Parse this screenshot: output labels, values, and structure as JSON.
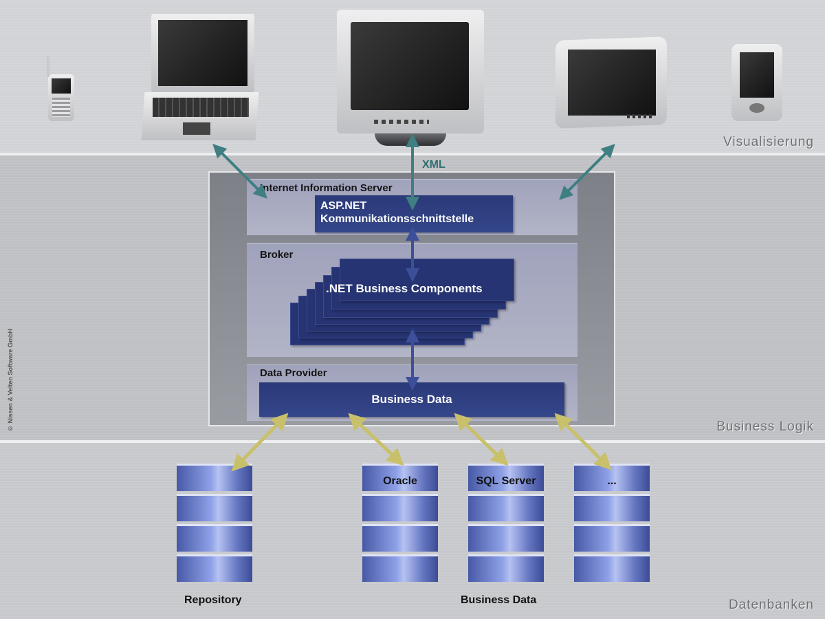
{
  "bands": {
    "visualization_label": "Visualisierung",
    "business_label": "Business Logik",
    "databases_label": "Datenbanken"
  },
  "copyright": "© Nissen & Velten Software GmbH",
  "arrows": {
    "xml_label": "XML"
  },
  "business": {
    "iis_title": "Internet Information Server",
    "asp_line1": "ASP.NET",
    "asp_line2": "Kommunikationsschnittstelle",
    "broker_title": "Broker",
    "components_label": ".NET Business Components",
    "data_provider_title": "Data Provider",
    "business_data_box": "Business Data"
  },
  "databases": {
    "items": [
      "Oracle",
      "SQL Server",
      "..."
    ],
    "repository_label": "Repository",
    "business_data_label": "Business Data"
  },
  "devices": [
    "mobile-phone",
    "laptop",
    "crt-monitor",
    "tablet-pc",
    "pda"
  ],
  "colors": {
    "arrow_teal": "#3f7f82",
    "arrow_blue": "#3e4f9a",
    "arrow_yellow": "#c8c06a",
    "box_navy": "#2c3b7b"
  }
}
